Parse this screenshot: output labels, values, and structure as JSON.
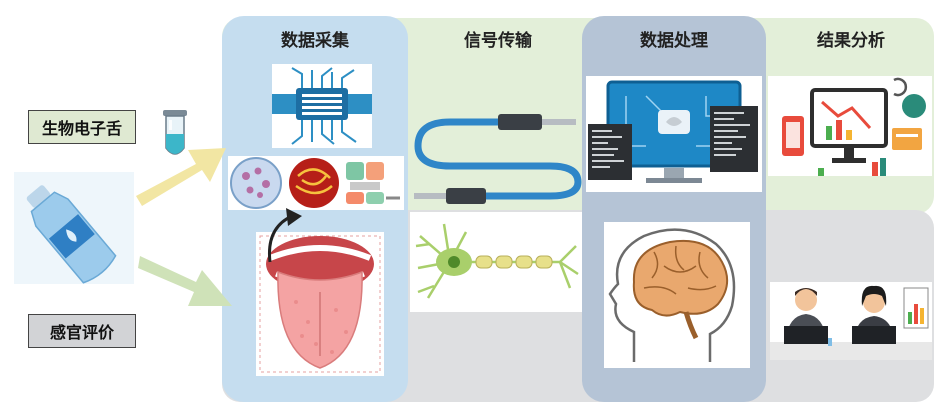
{
  "columns": {
    "collect": "数据采集",
    "transmit": "信号传输",
    "process": "数据处理",
    "analyze": "结果分析"
  },
  "inputs": {
    "electronic_tongue": "生物电子舌",
    "sensory_evaluation": "感官评价"
  },
  "colors": {
    "collect_column": "#c5ddef",
    "process_column": "#b5c4d6",
    "top_band": "#e3efd9",
    "bottom_band": "#dedfe1",
    "arrow_yellow": "#f2e6a3",
    "arrow_green": "#cfe2b8",
    "cable_blue": "#2f86c8",
    "neuron_green": "#a9cf6b"
  }
}
